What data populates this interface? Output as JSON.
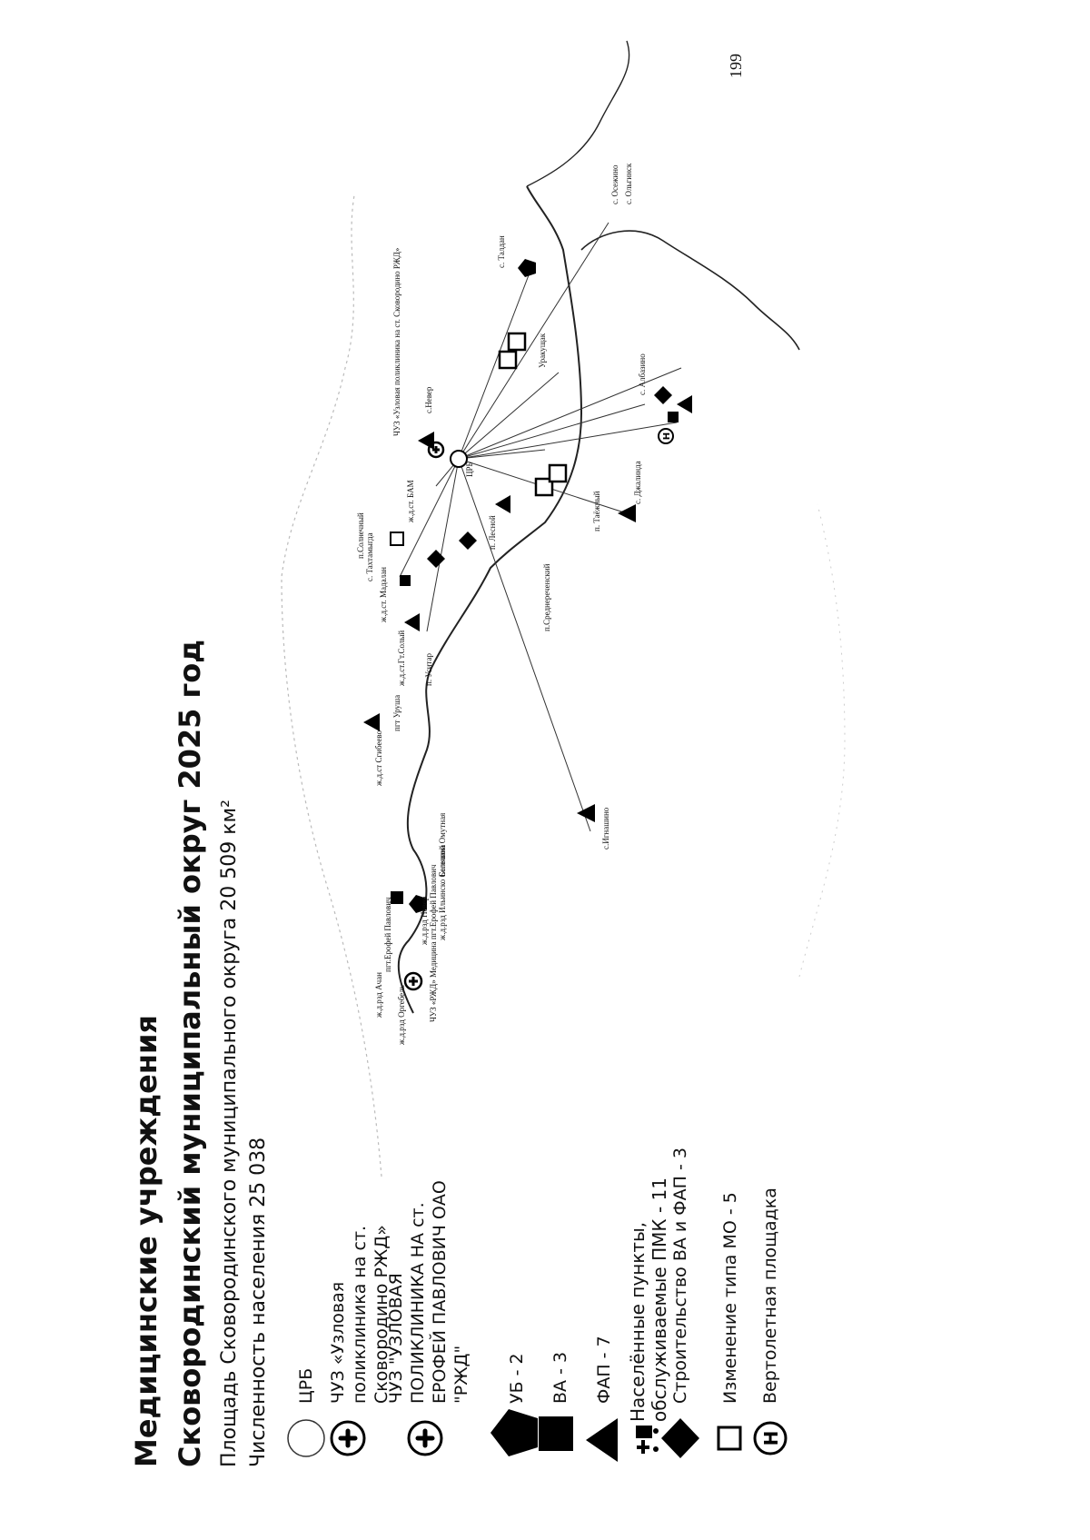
{
  "page_number": "199",
  "title_line1": "Медицинские учреждения",
  "title_line2": "Сковородинский муниципальный округ 2025 год",
  "area_text": "Площадь Сковородинского муниципального округа 20 509  км²",
  "population_text": "Численность населения 25 038",
  "legend": {
    "crb": "ЦРБ",
    "chuz_skovorodino": "ЧУЗ «Узловая поликлиника на ст. Сковородино РЖД»",
    "chuz_erofey": "ЧУЗ \"УЗЛОВАЯ ПОЛИКЛИНИКА НА ст. ЕРОФЕЙ ПАВЛОВИЧ ОАО \"РЖД\"",
    "ub": "УБ - 2",
    "va": "ВА - 3",
    "fap": "ФАП - 7",
    "pmk": "Населённые пункты, обслуживаемые ПМК - 11",
    "construction": "Строительство ВА и ФАП  - 3",
    "type_change": "Изменение типа МО - 5",
    "helipad": "Вертолетная площадка"
  },
  "map_labels": [
    "ж.д.рзд Ачан",
    "ж.д.рзд Оргебель",
    "пгт.Ерофей Павлович",
    "ЧУЗ «РЖД» Медицина пгт.Ерофей Павлович",
    "ж.д.рзд Невер",
    "ж.д.рзд Ильинско Сегечина",
    "Большой Омутная",
    "ж.д.ст Сгибеево",
    "пгт Уруша",
    "ж.д.ст.Гт.Солый",
    "п. Уситар",
    "ж.д.ст. Мадалан",
    "ЦРБ",
    "с. Тахтамыгда",
    "п.Солнечный",
    "п. Лесной",
    "п.Среднереченский",
    "п. Таёжный",
    "с. Джалинда",
    "ж.д.ст. БАМ",
    "ЧУЗ «Узловая поликлиника на ст. Сковородино РЖД»",
    "с.Невер",
    "Уракущак",
    "с. Талдан",
    "с. Осежино",
    "с. Ольгинск",
    "с. Албазино",
    "с.Игнашино"
  ]
}
